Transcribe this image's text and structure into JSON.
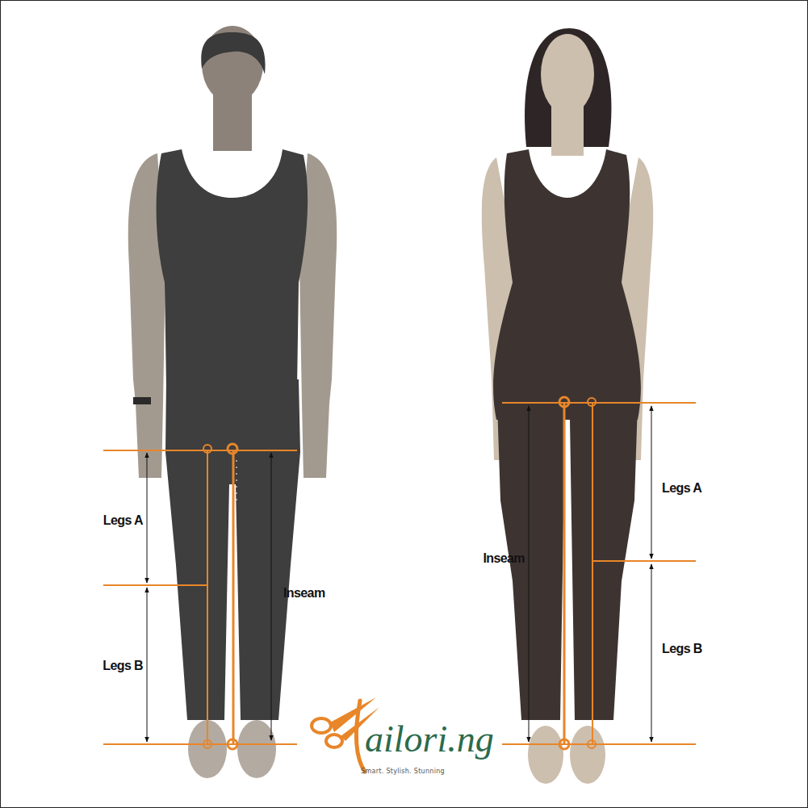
{
  "diagram": {
    "labels": [
      "Legs A",
      "Legs B",
      "Inseam",
      "Inseam",
      "Legs A",
      "Legs B",
      "ailori.ng",
      "Smart. Stylish. Stunning"
    ]
  }
}
